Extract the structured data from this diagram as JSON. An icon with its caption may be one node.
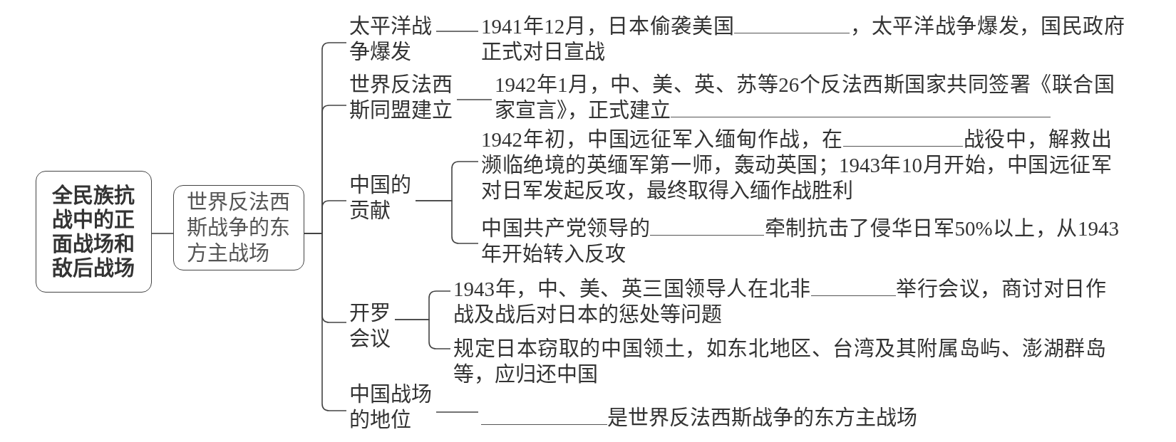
{
  "diagram": {
    "nodes": [
      {
        "text": [
          "全民族抗战中的正面战场和敌后战场"
        ]
      },
      {
        "text": [
          "世界反法西斯战争的东方主战场"
        ]
      },
      {
        "text": [
          "太平洋战争爆发"
        ]
      },
      {
        "text": [
          "1941年12月，日本偷袭美国",
          "，太平洋战争爆发，国民政府正式对日宣战"
        ]
      },
      {
        "text": [
          "世界反法西斯同盟建立"
        ]
      },
      {
        "text": [
          "1942年1月，中、美、英、苏等26个反法西斯国家共同签署《联合国家宣言》，正式建立"
        ]
      },
      {
        "text": [
          "中国的贡献"
        ]
      },
      {
        "text": [
          "1942年初，中国远征军入缅甸作战，在",
          "战役中，解救出濒临绝境的英缅军第一师，轰动英国；1943年10月开始，中国远征军对日军发起反攻，最终取得入缅作战胜利"
        ]
      },
      {
        "text": [
          "中国共产党领导的",
          "牵制抗击了侵华日军50%以上，从1943年开始转入反攻"
        ]
      },
      {
        "text": [
          "开罗会议"
        ]
      },
      {
        "text": [
          "1943年，中、美、英三国领导人在北非",
          "举行会议，商讨对日作战及战后对日本的惩处等问题"
        ]
      },
      {
        "text": [
          "规定日本窃取的中国领土，如东北地区、台湾及其附属岛屿、澎湖群岛等，应归还中国"
        ]
      },
      {
        "text": [
          "中国战场的地位"
        ]
      },
      {
        "text": [
          "是世界反法西斯战争的东方主战场"
        ]
      }
    ],
    "edges": [
      {
        "from": 0,
        "to": 1,
        "arrow": "none"
      },
      {
        "from": 1,
        "to": 2,
        "arrow": "none"
      },
      {
        "from": 1,
        "to": 4,
        "arrow": "none"
      },
      {
        "from": 1,
        "to": 6,
        "arrow": "none"
      },
      {
        "from": 1,
        "to": 9,
        "arrow": "none"
      },
      {
        "from": 1,
        "to": 12,
        "arrow": "none"
      },
      {
        "from": 2,
        "to": 3,
        "arrow": "none"
      },
      {
        "from": 4,
        "to": 5,
        "arrow": "none"
      },
      {
        "from": 6,
        "to": 7,
        "arrow": "none"
      },
      {
        "from": 6,
        "to": 8,
        "arrow": "none"
      },
      {
        "from": 9,
        "to": 10,
        "arrow": "none"
      },
      {
        "from": 9,
        "to": 11,
        "arrow": "none"
      },
      {
        "from": 12,
        "to": 13,
        "arrow": "none"
      }
    ]
  }
}
